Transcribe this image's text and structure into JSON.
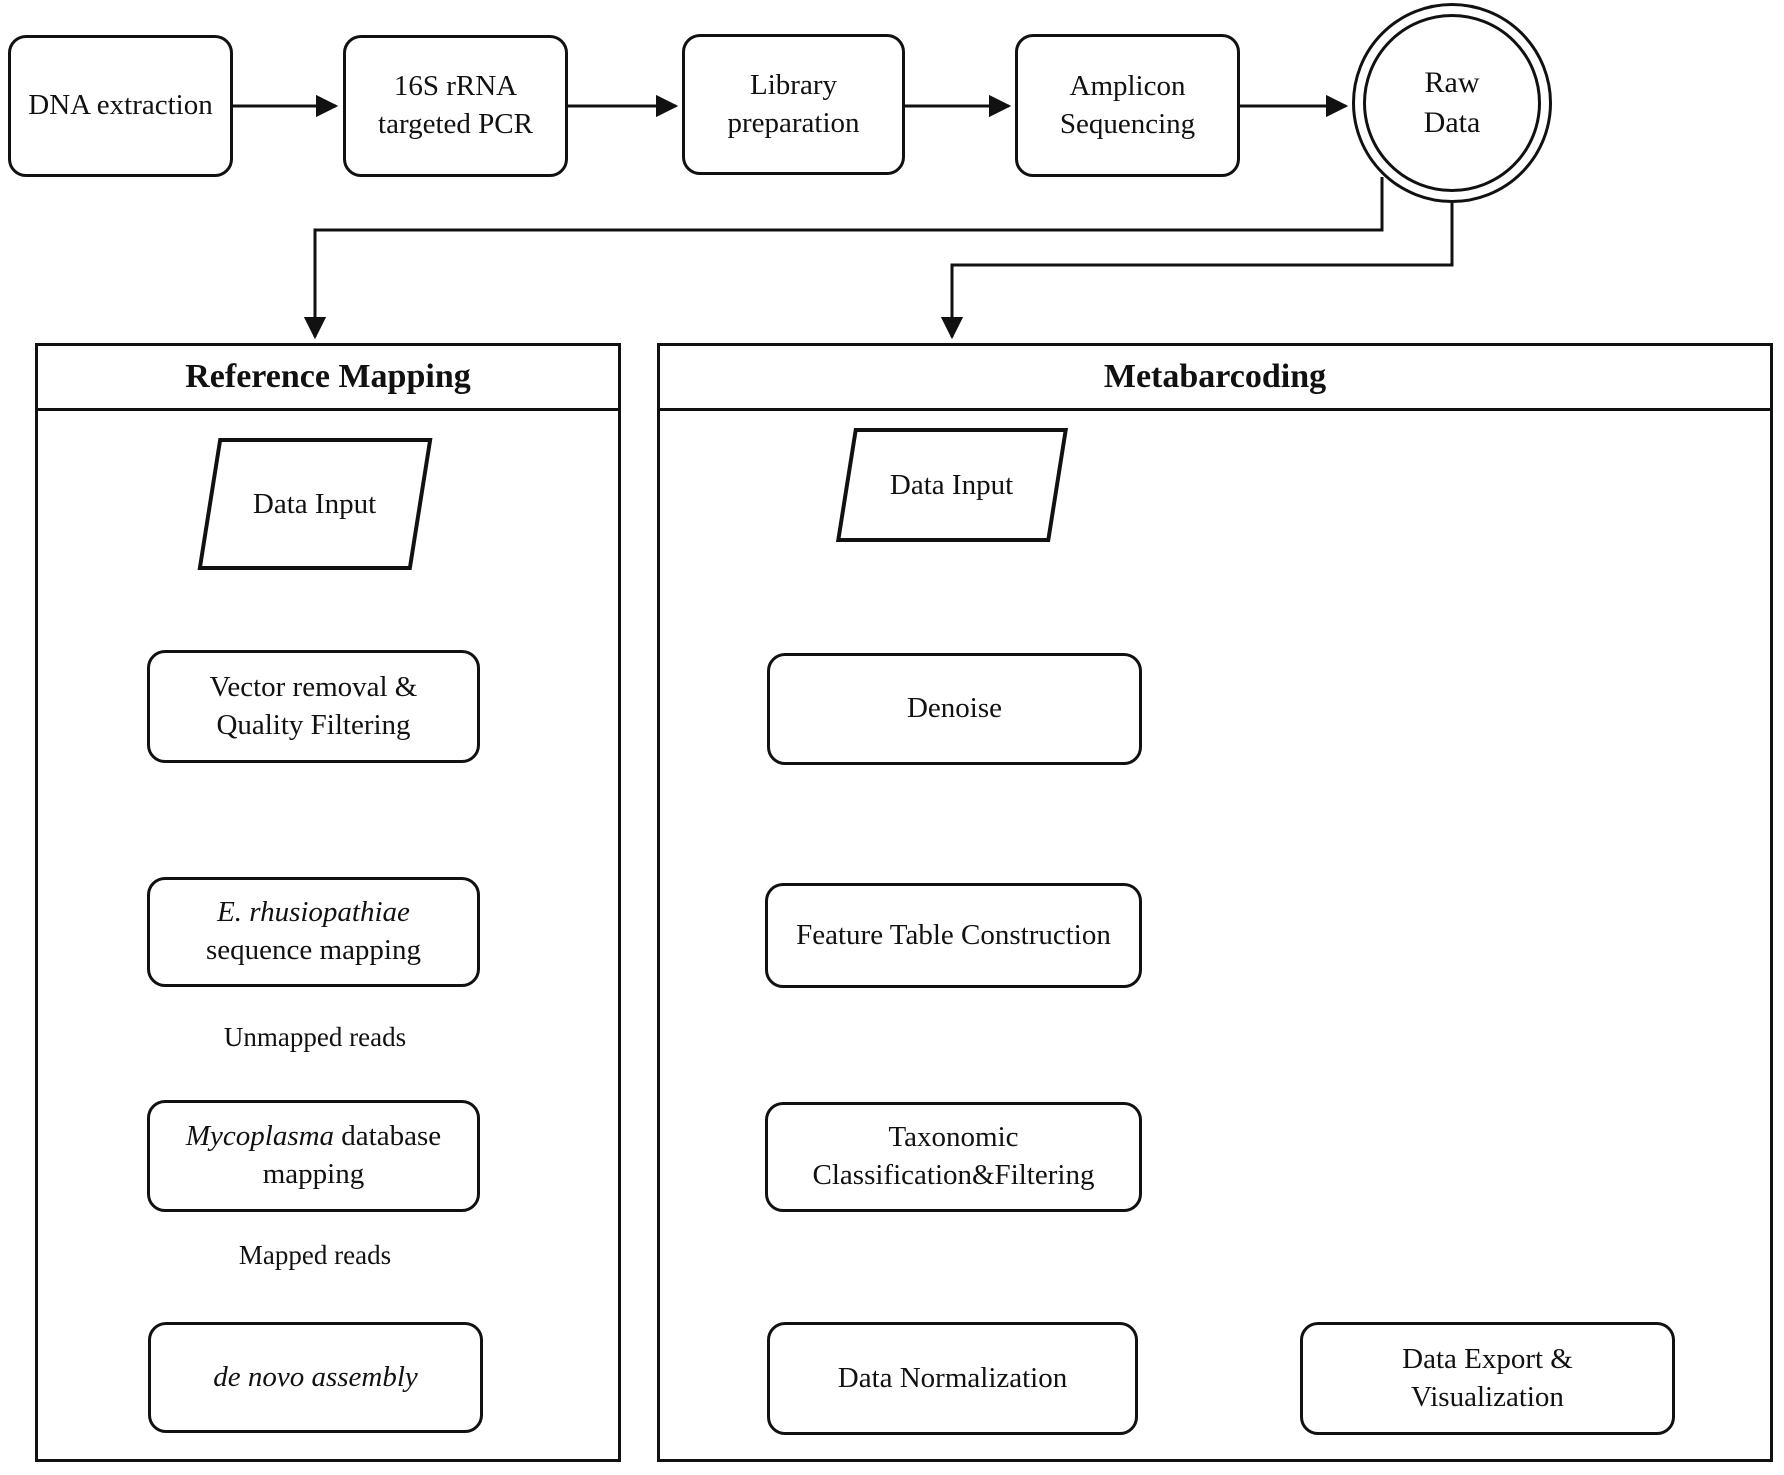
{
  "top_row": {
    "dna_extraction": "DNA extraction",
    "pcr_line1": "16S rRNA",
    "pcr_line2": "targeted PCR",
    "library_line1": "Library",
    "library_line2": "preparation",
    "amplicon_line1": "Amplicon",
    "amplicon_line2": "Sequencing",
    "raw_data_line1": "Raw",
    "raw_data_line2": "Data"
  },
  "reference_mapping": {
    "title": "Reference Mapping",
    "data_input": "Data Input",
    "vector_line1": "Vector removal &",
    "vector_line2": "Quality Filtering",
    "erhusio_italic": "E. rhusiopathiae",
    "erhusio_line2": "sequence mapping",
    "unmapped_label": "Unmapped reads",
    "mycoplasma_italic": "Mycoplasma",
    "mycoplasma_rest": " database",
    "mycoplasma_line2": "mapping",
    "mapped_label": "Mapped reads",
    "denovo": "de novo assembly"
  },
  "metabarcoding": {
    "title": "Metabarcoding",
    "data_input": "Data Input",
    "denoise": "Denoise",
    "feature_table": "Feature Table Construction",
    "taxonomic_line1": "Taxonomic",
    "taxonomic_line2": "Classification&Filtering",
    "normalization": "Data Normalization",
    "export_line1": "Data Export &",
    "export_line2": "Visualization"
  },
  "colors": {
    "line": "#111111",
    "background": "#ffffff",
    "text": "#111111"
  }
}
